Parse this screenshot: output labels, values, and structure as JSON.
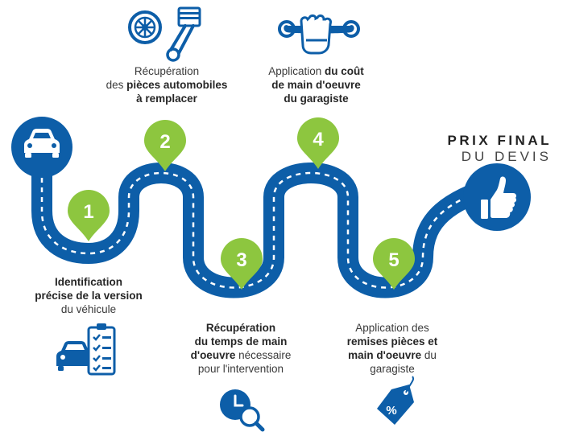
{
  "colors": {
    "road": "#0d5ea8",
    "road_dash": "#ffffff",
    "pin": "#8dc63f",
    "icon_blue": "#0d5ea8",
    "text": "#3a3a3a"
  },
  "steps": [
    {
      "number": "1",
      "text_parts": [
        {
          "t": "Identification",
          "b": true
        },
        {
          "t": "précise de la version",
          "b": true
        },
        {
          "t": "du véhicule",
          "b": false
        }
      ],
      "icon": "car-checklist-icon"
    },
    {
      "number": "2",
      "text_parts": [
        {
          "t": "Récupération",
          "b": false
        },
        {
          "t": "des ",
          "b": false,
          "inline": true
        },
        {
          "t": "pièces automobiles",
          "b": true
        },
        {
          "t": "à remplacer",
          "b": true
        }
      ],
      "icon": "wheel-piston-icon"
    },
    {
      "number": "3",
      "text_parts": [
        {
          "t": "Récupération",
          "b": true
        },
        {
          "t": "du temps de main",
          "b": true
        },
        {
          "t": "d'oeuvre",
          "b": true,
          "inline_next": true
        },
        {
          "t": " nécessaire",
          "b": false
        },
        {
          "t": "pour l'intervention",
          "b": false
        }
      ],
      "icon": "clock-magnifier-icon"
    },
    {
      "number": "4",
      "text_parts": [
        {
          "t": "Application ",
          "b": false,
          "inline_next": true
        },
        {
          "t": "du coût",
          "b": true
        },
        {
          "t": "de main d'oeuvre",
          "b": true
        },
        {
          "t": "du garagiste",
          "b": true
        }
      ],
      "icon": "hand-wrench-icon"
    },
    {
      "number": "5",
      "text_parts": [
        {
          "t": "Application des",
          "b": false
        },
        {
          "t": "remises pièces et",
          "b": true
        },
        {
          "t": "main d'oeuvre",
          "b": true,
          "inline_next": true
        },
        {
          "t": " du",
          "b": false
        },
        {
          "t": "garagiste",
          "b": false
        }
      ],
      "icon": "price-tag-percent-icon"
    }
  ],
  "step_lines": {
    "s1": [
      "Identification",
      "précise de la version",
      "du véhicule"
    ],
    "s2": [
      "Récupération",
      "des pièces automobiles",
      "à remplacer"
    ],
    "s3": [
      "Récupération",
      "du temps de main",
      "d'oeuvre nécessaire",
      "pour l'intervention"
    ],
    "s4": [
      "Application du coût",
      "de main d'oeuvre",
      "du garagiste"
    ],
    "s5": [
      "Application des",
      "remises pièces et",
      "main d'oeuvre du",
      "garagiste"
    ]
  },
  "percent_symbol": "%",
  "final": {
    "line1": "PRIX FINAL",
    "line2": "DU DEVIS"
  },
  "start_icon": "car-icon",
  "end_icon": "thumbs-up-icon"
}
